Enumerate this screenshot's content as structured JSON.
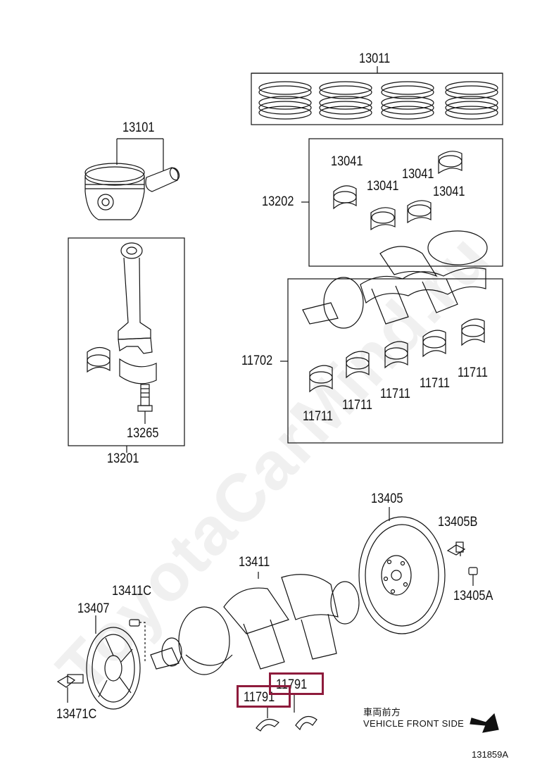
{
  "watermark": "ToyotaCarMind.ru",
  "parts": {
    "p13011": "13011",
    "p13101": "13101",
    "p13041_a": "13041",
    "p13041_b": "13041",
    "p13041_c": "13041",
    "p13041_d": "13041",
    "p13202": "13202",
    "p11702": "11702",
    "p11711_a": "11711",
    "p11711_b": "11711",
    "p11711_c": "11711",
    "p11711_d": "11711",
    "p11711_e": "11711",
    "p13265": "13265",
    "p13201": "13201",
    "p13405": "13405",
    "p13405B": "13405B",
    "p13411": "13411",
    "p13405A": "13405A",
    "p13411C": "13411C",
    "p13407": "13407",
    "p11791_a": "11791",
    "p11791_b": "11791",
    "p13471C": "13471C"
  },
  "front_side": {
    "jp": "車両前方",
    "en": "VEHICLE FRONT SIDE"
  },
  "diagram_id": "131859A",
  "highlight_color": "#8e1b3c"
}
